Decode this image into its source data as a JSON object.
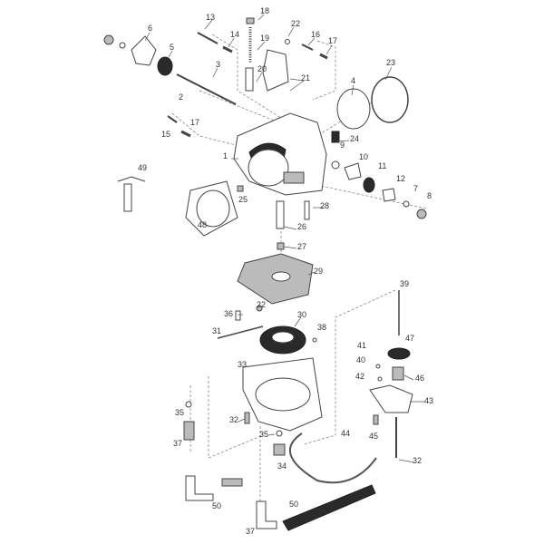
{
  "diagram": {
    "callouts": [
      {
        "id": "c18",
        "text": "18"
      },
      {
        "id": "c13",
        "text": "13"
      },
      {
        "id": "c22a",
        "text": "22"
      },
      {
        "id": "c6",
        "text": "6"
      },
      {
        "id": "c14",
        "text": "14"
      },
      {
        "id": "c16",
        "text": "16"
      },
      {
        "id": "c19",
        "text": "19"
      },
      {
        "id": "c17a",
        "text": "17"
      },
      {
        "id": "c5",
        "text": "5"
      },
      {
        "id": "c3",
        "text": "3"
      },
      {
        "id": "c20",
        "text": "20"
      },
      {
        "id": "c23",
        "text": "23"
      },
      {
        "id": "c21",
        "text": "21"
      },
      {
        "id": "c4",
        "text": "4"
      },
      {
        "id": "c2",
        "text": "2"
      },
      {
        "id": "c17b",
        "text": "17"
      },
      {
        "id": "c15",
        "text": "15"
      },
      {
        "id": "c24",
        "text": "24"
      },
      {
        "id": "c9",
        "text": "9"
      },
      {
        "id": "c1",
        "text": "1"
      },
      {
        "id": "c10",
        "text": "10"
      },
      {
        "id": "c11",
        "text": "11"
      },
      {
        "id": "c12",
        "text": "12"
      },
      {
        "id": "c49",
        "text": "49"
      },
      {
        "id": "c7",
        "text": "7"
      },
      {
        "id": "c8",
        "text": "8"
      },
      {
        "id": "c25",
        "text": "25"
      },
      {
        "id": "c28",
        "text": "28"
      },
      {
        "id": "c48",
        "text": "48"
      },
      {
        "id": "c26",
        "text": "26"
      },
      {
        "id": "c27",
        "text": "27"
      },
      {
        "id": "c29",
        "text": "29"
      },
      {
        "id": "c39",
        "text": "39"
      },
      {
        "id": "c22b",
        "text": "22"
      },
      {
        "id": "c36",
        "text": "36"
      },
      {
        "id": "c30",
        "text": "30"
      },
      {
        "id": "c31",
        "text": "31"
      },
      {
        "id": "c38",
        "text": "38"
      },
      {
        "id": "c47",
        "text": "47"
      },
      {
        "id": "c41",
        "text": "41"
      },
      {
        "id": "c40",
        "text": "40"
      },
      {
        "id": "c42",
        "text": "42"
      },
      {
        "id": "c46",
        "text": "46"
      },
      {
        "id": "c33",
        "text": "33"
      },
      {
        "id": "c43",
        "text": "43"
      },
      {
        "id": "c35a",
        "text": "35"
      },
      {
        "id": "c32a",
        "text": "32"
      },
      {
        "id": "c45",
        "text": "45"
      },
      {
        "id": "c37a",
        "text": "37"
      },
      {
        "id": "c35b",
        "text": "35"
      },
      {
        "id": "c44",
        "text": "44"
      },
      {
        "id": "c32b",
        "text": "32"
      },
      {
        "id": "c34",
        "text": "34"
      },
      {
        "id": "c50a",
        "text": "50"
      },
      {
        "id": "c50b",
        "text": "50"
      },
      {
        "id": "c37b",
        "text": "37"
      }
    ]
  }
}
